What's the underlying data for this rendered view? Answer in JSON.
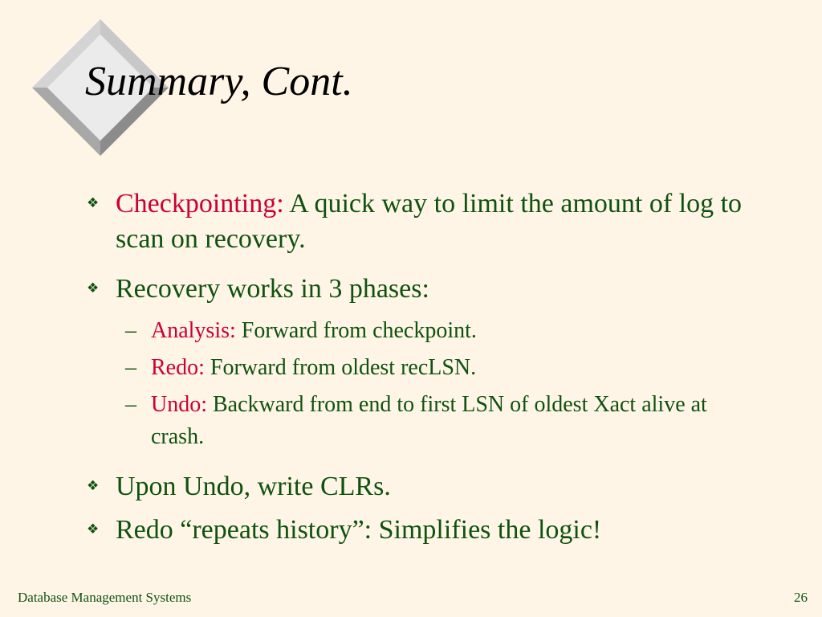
{
  "slide": {
    "title": "Summary, Cont.",
    "bullets": [
      {
        "highlight": "Checkpointing:",
        "text": "  A quick way to limit the amount of log to scan on recovery."
      },
      {
        "text": "Recovery works in 3 phases:",
        "subitems": [
          {
            "highlight": "Analysis:",
            "text": " Forward from checkpoint."
          },
          {
            "highlight": "Redo:",
            "text": " Forward from oldest recLSN."
          },
          {
            "highlight": "Undo:",
            "text": " Backward from end to first LSN of oldest Xact alive at crash."
          }
        ]
      },
      {
        "text": "Upon Undo, write CLRs."
      },
      {
        "text": "Redo “repeats history”: Simplifies the logic!"
      }
    ]
  },
  "footer": {
    "course": "Database Management Systems",
    "page_number": "26"
  },
  "colors": {
    "background": "#fff5e6",
    "body_text": "#0f520f",
    "highlight": "#cc0033",
    "title": "#000000"
  },
  "icons": {
    "bullet": "four-petal-diamond-icon",
    "decoration": "beveled-diamond-icon"
  }
}
